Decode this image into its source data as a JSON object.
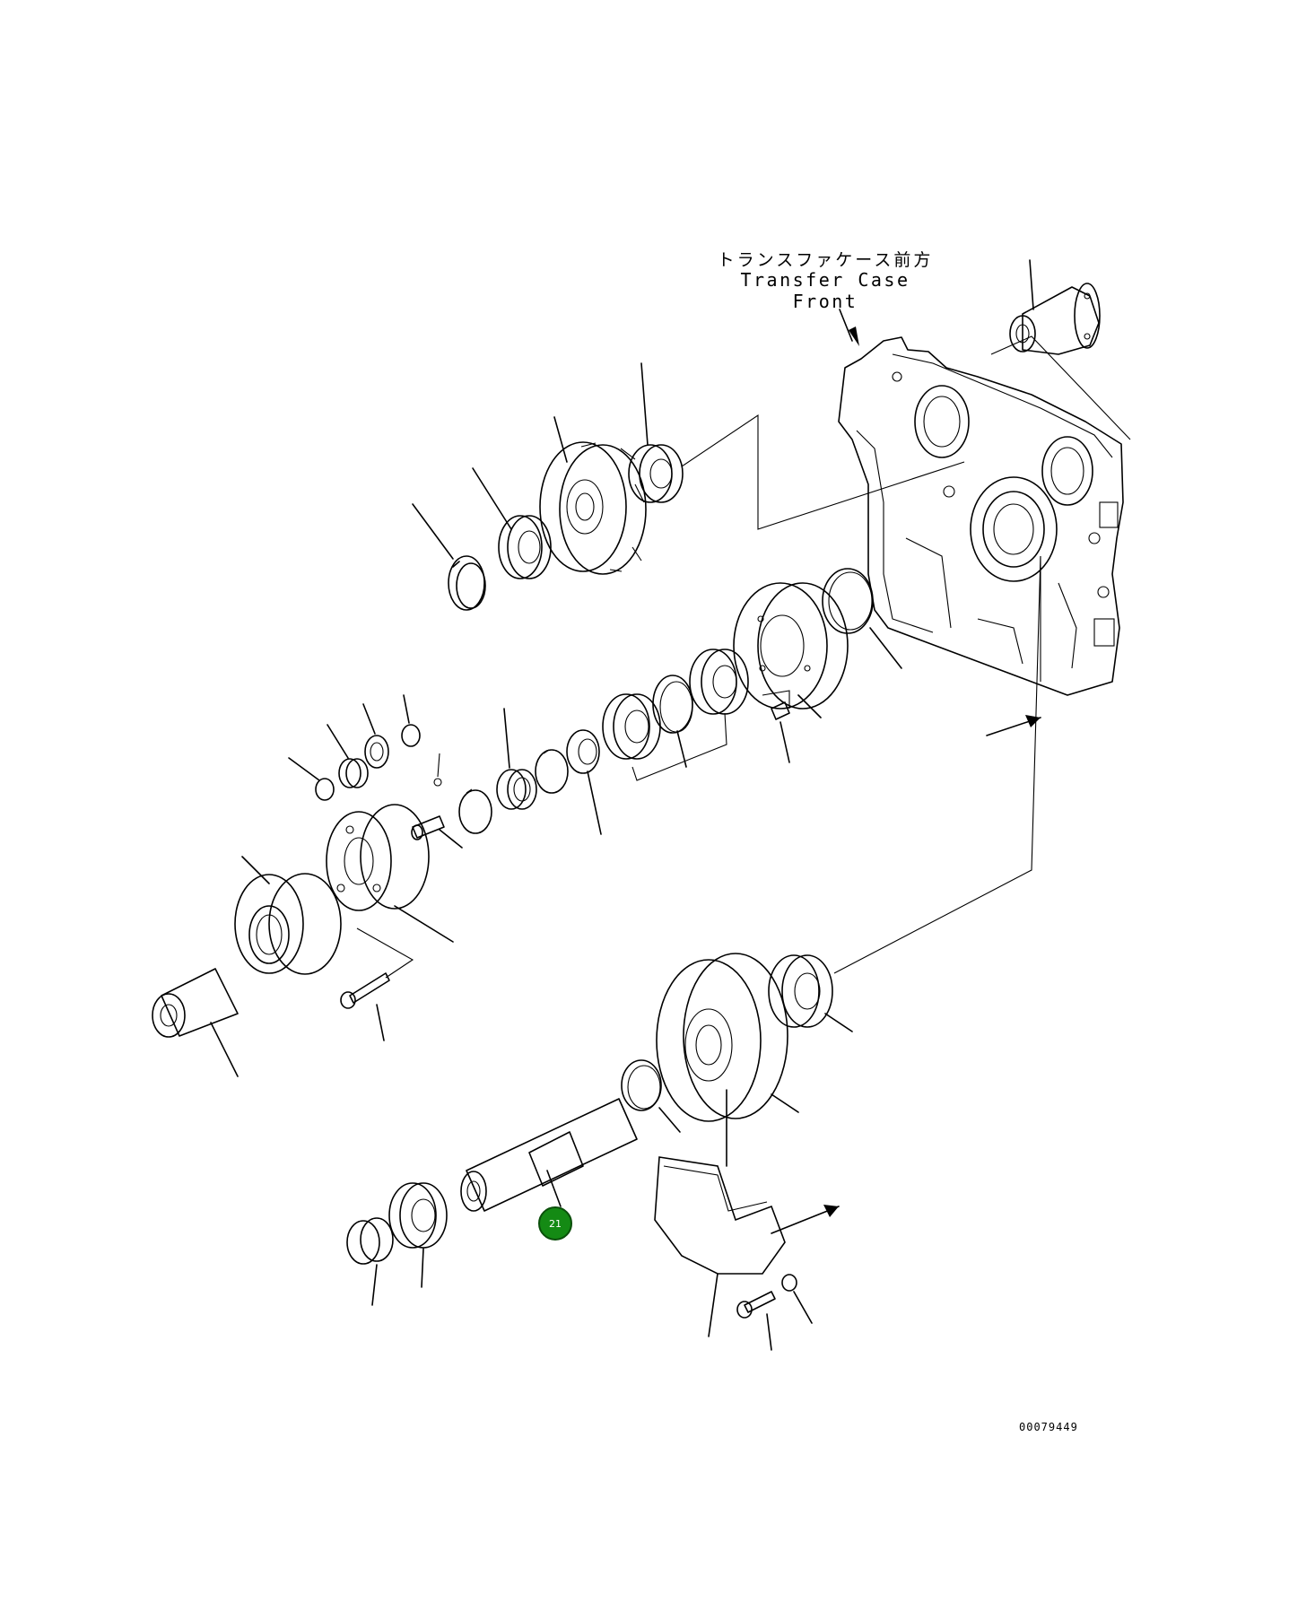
{
  "caption": {
    "jp": "トランスファケース前方",
    "en": "Transfer Case Front"
  },
  "drawing_number": "00079449",
  "callouts": [
    {
      "label": "21",
      "color": "#148a14"
    }
  ]
}
